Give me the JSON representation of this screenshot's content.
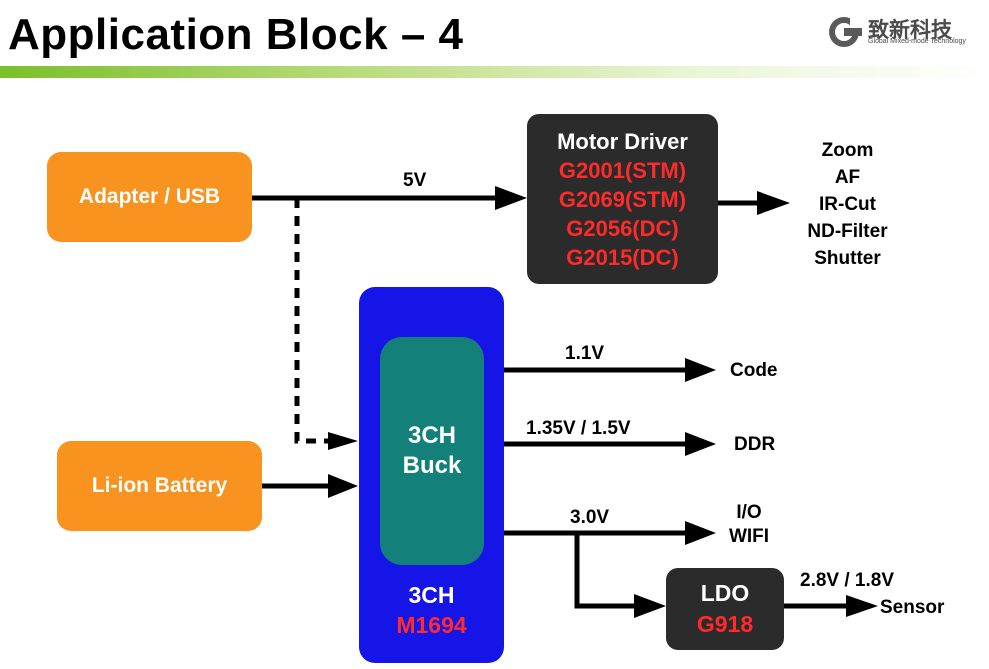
{
  "title": "Application Block – 4",
  "logo": {
    "chinese": "致新科技",
    "english": "Global Mixed-mode Technology",
    "icon": "gmt-logo-icon"
  },
  "adapter": "Adapter / USB",
  "battery": "Li-ion Battery",
  "motor_driver": {
    "title": "Motor Driver",
    "parts": [
      "G2001(STM)",
      "G2069(STM)",
      "G2056(DC)",
      "G2015(DC)"
    ]
  },
  "motor_outputs": [
    "Zoom",
    "AF",
    "IR-Cut",
    "ND-Filter",
    "Shutter"
  ],
  "buck": {
    "inner_line1": "3CH",
    "inner_line2": "Buck",
    "footer": "3CH",
    "part": "M1694"
  },
  "rails": {
    "adapter_voltage": "5V",
    "v1": "1.1V",
    "out1": "Code",
    "v2": "1.35V / 1.5V",
    "out2": "DDR",
    "v3": "3.0V",
    "out3_line1": "I/O",
    "out3_line2": "WIFI"
  },
  "ldo": {
    "title": "LDO",
    "part": "G918",
    "voltage": "2.8V / 1.8V",
    "out": "Sensor"
  },
  "colors": {
    "orange": "#f7931e",
    "blue": "#1515e8",
    "teal": "#13807a",
    "dark": "#2b2b2b",
    "red": "#ff2a2a",
    "green": "#7bbf2a"
  }
}
